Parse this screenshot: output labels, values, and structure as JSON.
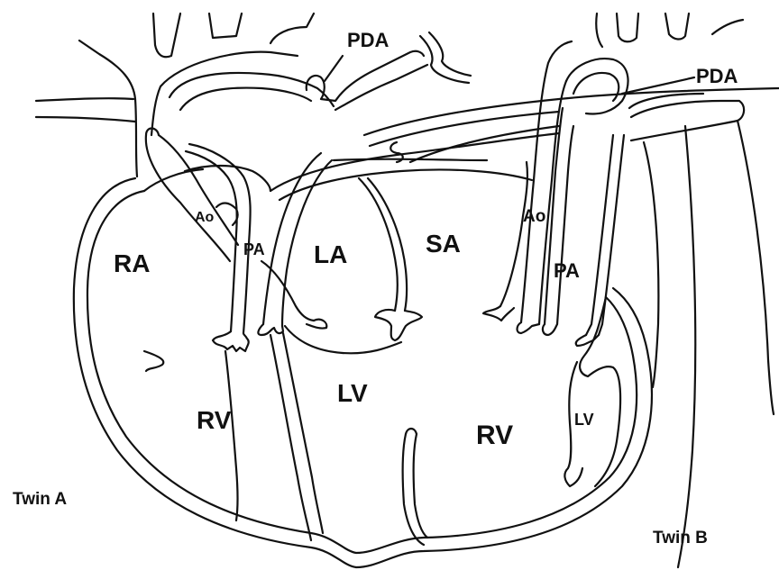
{
  "labels": {
    "pda_a": "PDA",
    "pda_b": "PDA",
    "ao_a": "Ao",
    "pa_a": "PA",
    "ra": "RA",
    "la": "LA",
    "sa": "SA",
    "ao_b": "Ao",
    "pa_b": "PA",
    "rv_a": "RV",
    "lv_a": "LV",
    "rv_b": "RV",
    "lv_b": "LV",
    "twin_a": "Twin A",
    "twin_b": "Twin B"
  }
}
